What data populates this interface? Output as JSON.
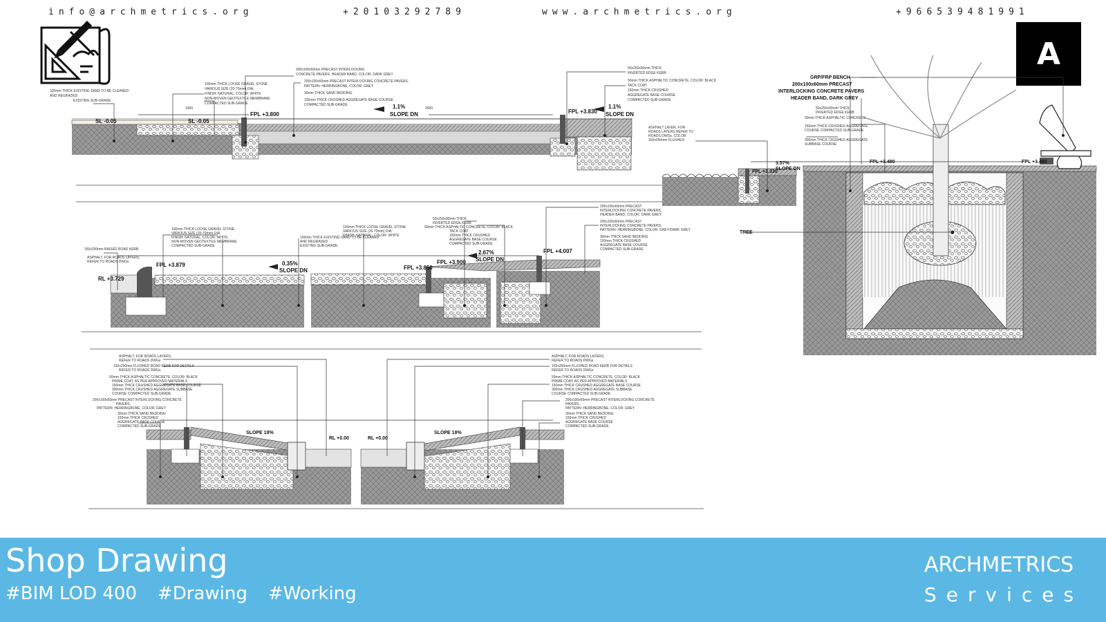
{
  "header": {
    "email": "info@archmetrics.org",
    "phone1": "+20103292789",
    "website": "www.archmetrics.org",
    "phone2": "+966539481991"
  },
  "logo_right": {
    "letter": "A"
  },
  "drawing": {
    "section1": {
      "sl1": "SL -0.05",
      "sl2": "SL -0.05",
      "fpl1": "FPL +3.800",
      "slope1_pct": "1.1%",
      "slope1_label": "SLOPE DN",
      "fpl2": "FPL +3.830",
      "slope2_pct": "1.1%",
      "slope2_label": "SLOPE DN",
      "dim1": "1000",
      "dim2": "2600"
    },
    "section2": {
      "rl": "RL +3.729",
      "fpl1": "FPL +3.879",
      "slope1_pct": "0.35%",
      "slope1_label": "SLOPE DN",
      "fpl2": "FPL +3.850",
      "fpl3": "FPL +3.900",
      "slope2_pct": "2.67%",
      "slope2_label": "SLOPE DN",
      "fpl4": "FPL +4.007"
    },
    "section3": {
      "slope1": "SLOPE 18%",
      "slope2": "SLOPE 18%",
      "rl1": "RL +0.00",
      "rl2": "RL +0.00"
    },
    "section4": {
      "bench_label": "GRP/FRP BENCH",
      "pavers_line1": "200x100x60mm PRECAST",
      "pavers_line2": "INTERLOCKING CONCRETE PAVERS",
      "header_band": "HEADER BAND, DARK GREY",
      "slope_pct": "3.57%",
      "slope_label": "SLOPE DN",
      "fpl_left": "FPL +3.330",
      "fpl_mid": "FPL +3.480",
      "fpl_right": "FPL +3.480",
      "tree_label": "TREE"
    }
  },
  "footer": {
    "title": "Shop Drawing",
    "tags": [
      "#BIM LOD 400",
      "#Drawing",
      "#Working"
    ],
    "brand": "ARCHMETRICS",
    "services": "Services"
  }
}
